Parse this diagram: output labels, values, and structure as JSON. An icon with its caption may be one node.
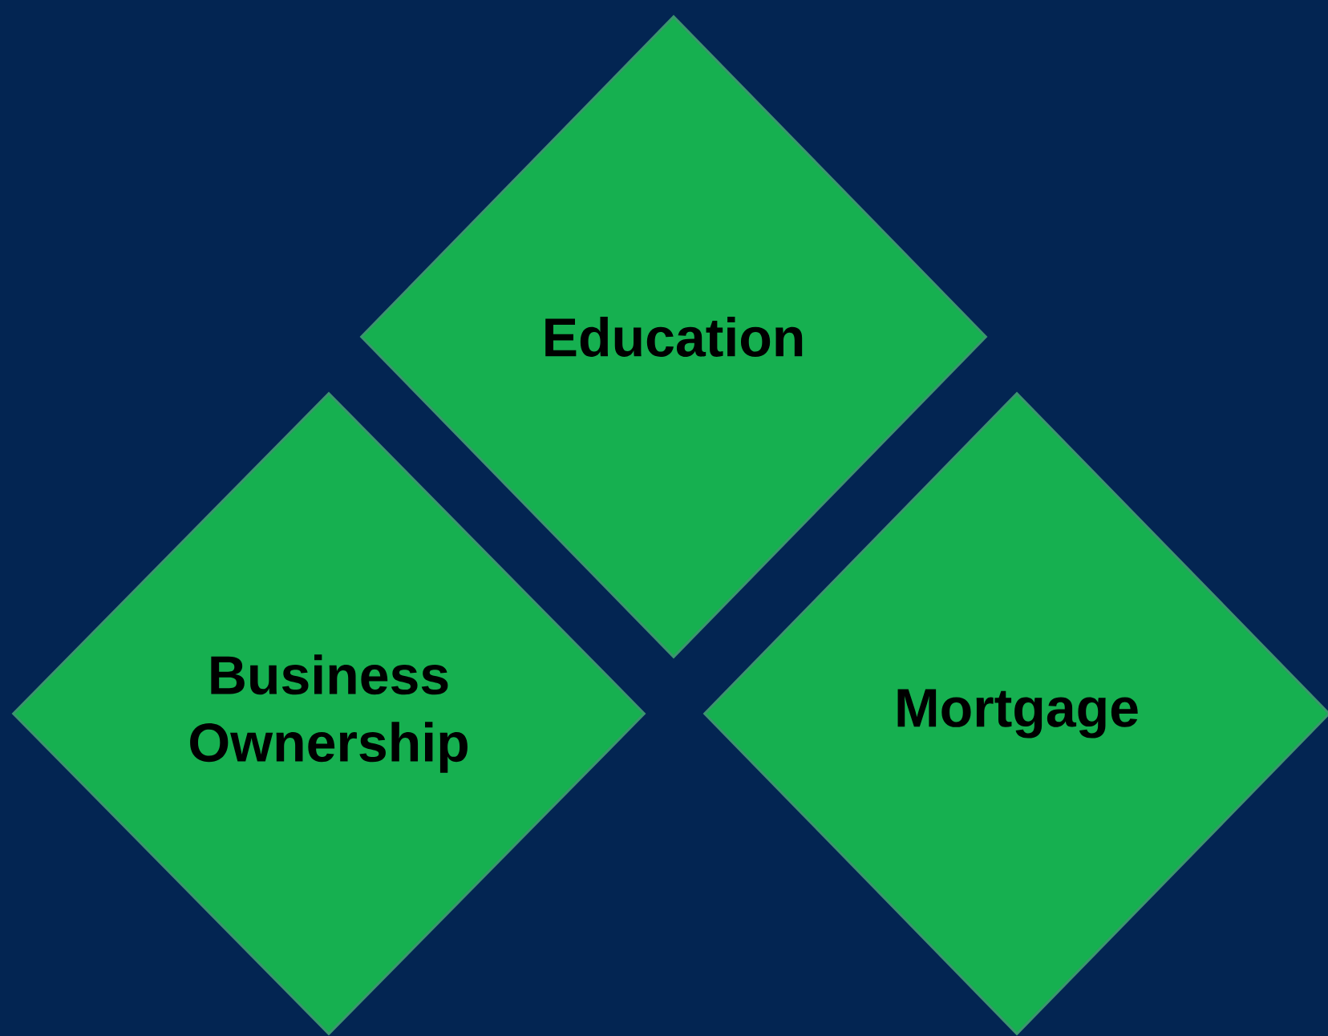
{
  "diagram": {
    "nodes": [
      {
        "text": [
          "Education"
        ]
      },
      {
        "text": [
          "Business Ownership"
        ]
      },
      {
        "text": [
          "Mortgage"
        ]
      }
    ]
  }
}
